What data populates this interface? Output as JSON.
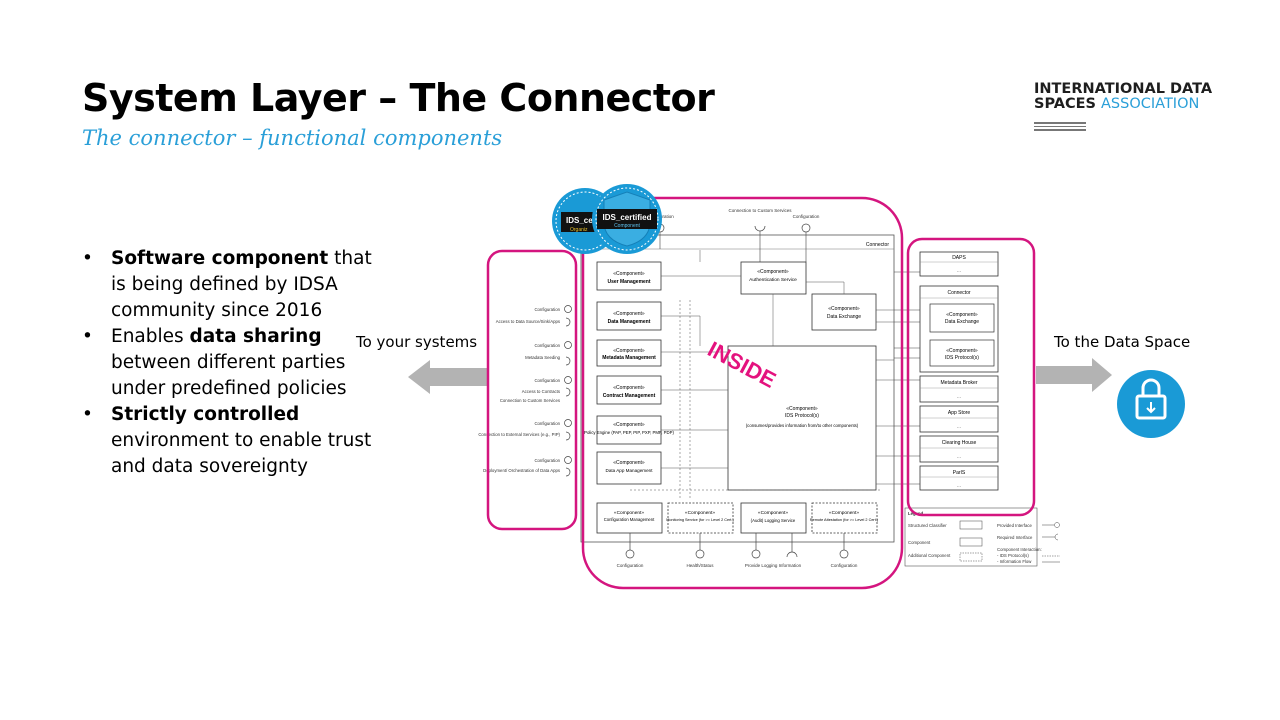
{
  "slide": {
    "title": "System Layer – The Connector",
    "subtitle": "The connector – functional components"
  },
  "logo": {
    "line1": "INTERNATIONAL DATA",
    "line2a": "SPACES",
    "line2b": "ASSOCIATION"
  },
  "bullets": [
    {
      "bold": "Software component",
      "rest": " that is being defined by IDSA community since 2016"
    },
    {
      "lead": "Enables ",
      "bold": "data sharing",
      "rest": " between different parties under predefined policies"
    },
    {
      "bold": "Strictly controlled",
      "rest": " environment to enable trust and data sovereignty"
    }
  ],
  "labels": {
    "systems": "To your systems",
    "data_space": "To the Data Space",
    "inside": "INSIDE"
  },
  "badges": {
    "org": {
      "title": "IDS_cer",
      "sub": "Organiz"
    },
    "comp": {
      "title": "IDS_certified",
      "sub": "Component"
    }
  },
  "diagram": {
    "connector": "Connector",
    "stereotype": "«Component»",
    "top_interfaces": [
      "uration",
      "Connection to Custom Services",
      "Configuration"
    ],
    "left_components": [
      {
        "name": "User Management"
      },
      {
        "name": "Data Management"
      },
      {
        "name": "Metadata Management"
      },
      {
        "name": "Contract Management"
      },
      {
        "name": "Policy Engine (PAP, PEP, PIP, PXP, PMP, PDP)"
      },
      {
        "name": "Data App Management"
      }
    ],
    "auth_service": "Authentication Service",
    "data_exchange": "Data Exchange",
    "ids_protocol": "IDS Protocol(s)",
    "ids_protocol_desc": "(consumes/provides information from/to other components)",
    "left_interfaces": [
      "Configuration",
      "Access to Data Source/Sink/Apps",
      "Configuration",
      "Metadata Seeding",
      "Configuration",
      "Access to Contracts",
      "Connection to Custom Services",
      "Configuration",
      "Connection to External Services (e.g., PIP)",
      "Configuration",
      "Deployment/ Orchestration of Data Apps"
    ],
    "bottom_components": [
      {
        "name": "Configuration Management"
      },
      {
        "name": "Monitoring Service (for >= Level 2 Cert.)"
      },
      {
        "name": "(Audit) Logging Service"
      },
      {
        "name": "Remote Attestation (for >= Level 2 Cert.)"
      }
    ],
    "bottom_interfaces": [
      "Configuration",
      "Health/Status",
      "Provide Logging Information",
      "Configuration"
    ],
    "right_boxes": [
      "DAPS",
      "Metadata Broker",
      "App Store",
      "Clearing House",
      "ParIS"
    ],
    "right_connector": {
      "title": "Connector",
      "c1": "Data Exchange",
      "c2": "IDS Protocol(s)"
    },
    "ellipsis": "...",
    "legend": {
      "title": "Legend",
      "structured": "Structured Classifier",
      "component": "Component",
      "additional": "Additional Component",
      "provided": "Provided Interface",
      "required": "Required Interface",
      "interaction": "Component Interaction:",
      "proto": "- IDS Protocol(s)",
      "flow": "- Information Flow"
    }
  },
  "colors": {
    "accent": "#2a9fd8",
    "magenta": "#d4157f",
    "arrow": "#b3b3b3"
  },
  "icons": [
    "shield-badge-icon",
    "arrow-left-icon",
    "arrow-right-icon",
    "data-lock-icon"
  ]
}
